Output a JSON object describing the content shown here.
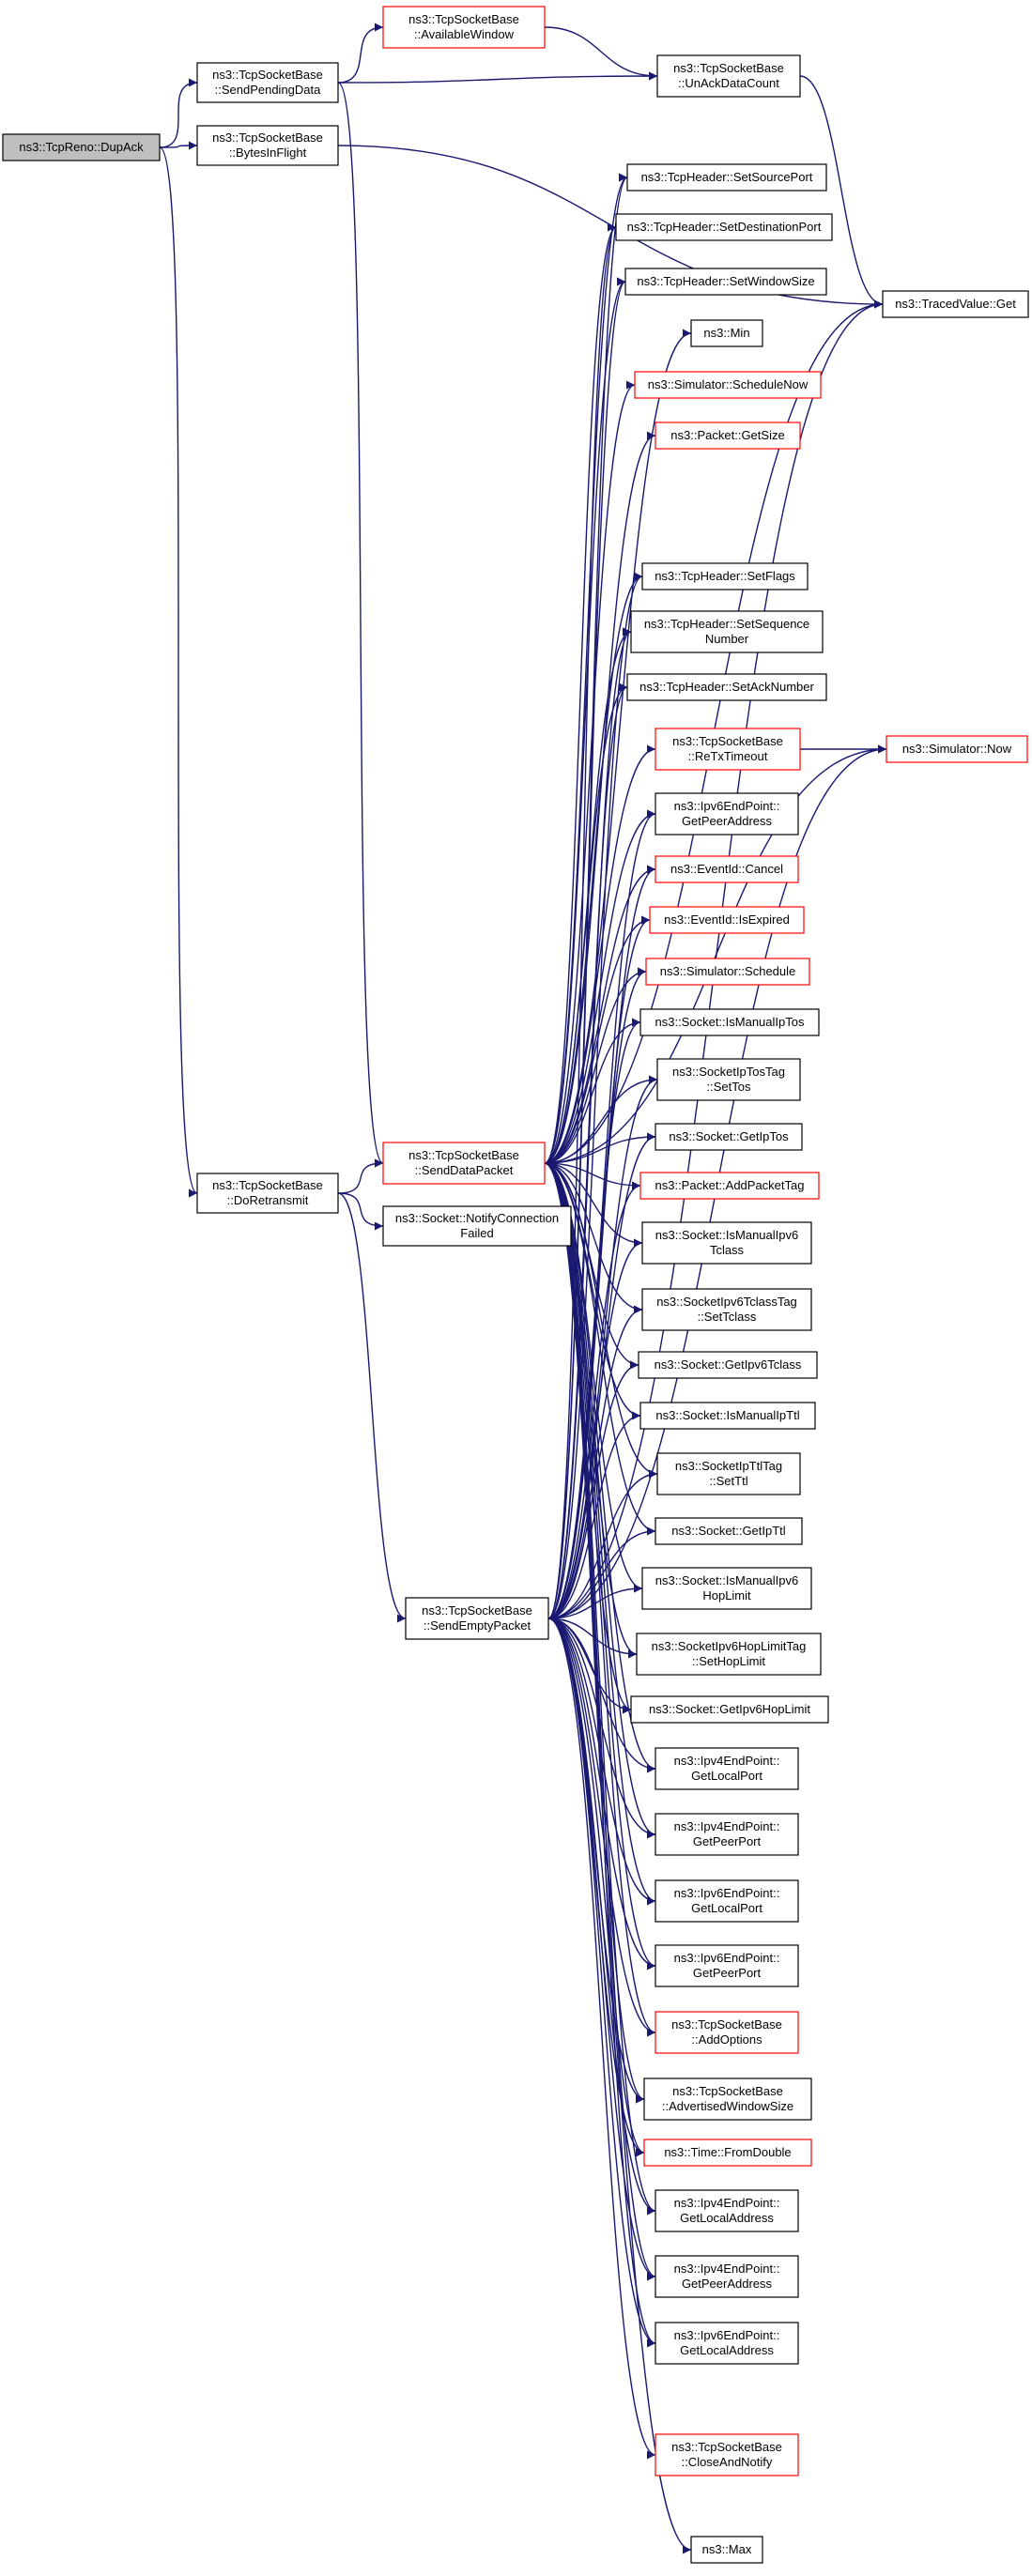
{
  "graph": {
    "nodes": [
      {
        "id": "dupack",
        "lines": [
          "ns3::TcpReno::DupAck"
        ],
        "style": "root"
      },
      {
        "id": "sendpending",
        "lines": [
          "ns3::TcpSocketBase",
          "::SendPendingData"
        ],
        "style": "black"
      },
      {
        "id": "bytesinflight",
        "lines": [
          "ns3::TcpSocketBase",
          "::BytesInFlight"
        ],
        "style": "black"
      },
      {
        "id": "doretransmit",
        "lines": [
          "ns3::TcpSocketBase",
          "::DoRetransmit"
        ],
        "style": "black"
      },
      {
        "id": "availwindow",
        "lines": [
          "ns3::TcpSocketBase",
          "::AvailableWindow"
        ],
        "style": "red"
      },
      {
        "id": "unackdata",
        "lines": [
          "ns3::TcpSocketBase",
          "::UnAckDataCount"
        ],
        "style": "black"
      },
      {
        "id": "tracedget",
        "lines": [
          "ns3::TracedValue::Get"
        ],
        "style": "black"
      },
      {
        "id": "senddata",
        "lines": [
          "ns3::TcpSocketBase",
          "::SendDataPacket"
        ],
        "style": "red"
      },
      {
        "id": "notifyfailed",
        "lines": [
          "ns3::Socket::NotifyConnection",
          "Failed"
        ],
        "style": "black"
      },
      {
        "id": "sendempty",
        "lines": [
          "ns3::TcpSocketBase",
          "::SendEmptyPacket"
        ],
        "style": "black"
      },
      {
        "id": "setsrcport",
        "lines": [
          "ns3::TcpHeader::SetSourcePort"
        ],
        "style": "black"
      },
      {
        "id": "setdstport",
        "lines": [
          "ns3::TcpHeader::SetDestinationPort"
        ],
        "style": "black"
      },
      {
        "id": "setwinsize",
        "lines": [
          "ns3::TcpHeader::SetWindowSize"
        ],
        "style": "black"
      },
      {
        "id": "min",
        "lines": [
          "ns3::Min"
        ],
        "style": "black"
      },
      {
        "id": "schednow",
        "lines": [
          "ns3::Simulator::ScheduleNow"
        ],
        "style": "red"
      },
      {
        "id": "getsize",
        "lines": [
          "ns3::Packet::GetSize"
        ],
        "style": "red"
      },
      {
        "id": "setflags",
        "lines": [
          "ns3::TcpHeader::SetFlags"
        ],
        "style": "black"
      },
      {
        "id": "setseq",
        "lines": [
          "ns3::TcpHeader::SetSequence",
          "Number"
        ],
        "style": "black"
      },
      {
        "id": "setack",
        "lines": [
          "ns3::TcpHeader::SetAckNumber"
        ],
        "style": "black"
      },
      {
        "id": "rtxtimeout",
        "lines": [
          "ns3::TcpSocketBase",
          "::ReTxTimeout"
        ],
        "style": "red"
      },
      {
        "id": "simnow",
        "lines": [
          "ns3::Simulator::Now"
        ],
        "style": "red"
      },
      {
        "id": "ipv6peeraddr",
        "lines": [
          "ns3::Ipv6EndPoint::",
          "GetPeerAddress"
        ],
        "style": "black"
      },
      {
        "id": "cancel",
        "lines": [
          "ns3::EventId::Cancel"
        ],
        "style": "red"
      },
      {
        "id": "isexpired",
        "lines": [
          "ns3::EventId::IsExpired"
        ],
        "style": "red"
      },
      {
        "id": "schedule",
        "lines": [
          "ns3::Simulator::Schedule"
        ],
        "style": "red"
      },
      {
        "id": "ismaniptos",
        "lines": [
          "ns3::Socket::IsManualIpTos"
        ],
        "style": "black"
      },
      {
        "id": "settos",
        "lines": [
          "ns3::SocketIpTosTag",
          "::SetTos"
        ],
        "style": "black"
      },
      {
        "id": "getiptos",
        "lines": [
          "ns3::Socket::GetIpTos"
        ],
        "style": "black"
      },
      {
        "id": "addpackettag",
        "lines": [
          "ns3::Packet::AddPacketTag"
        ],
        "style": "red"
      },
      {
        "id": "ismanipv6tc",
        "lines": [
          "ns3::Socket::IsManualIpv6",
          "Tclass"
        ],
        "style": "black"
      },
      {
        "id": "settclass",
        "lines": [
          "ns3::SocketIpv6TclassTag",
          "::SetTclass"
        ],
        "style": "black"
      },
      {
        "id": "getipv6tc",
        "lines": [
          "ns3::Socket::GetIpv6Tclass"
        ],
        "style": "black"
      },
      {
        "id": "ismaniplttl",
        "lines": [
          "ns3::Socket::IsManualIpTtl"
        ],
        "style": "black"
      },
      {
        "id": "setttl",
        "lines": [
          "ns3::SocketIpTtlTag",
          "::SetTtl"
        ],
        "style": "black"
      },
      {
        "id": "getipttl",
        "lines": [
          "ns3::Socket::GetIpTtl"
        ],
        "style": "black"
      },
      {
        "id": "ismanipv6hl",
        "lines": [
          "ns3::Socket::IsManualIpv6",
          "HopLimit"
        ],
        "style": "black"
      },
      {
        "id": "sethoplimit",
        "lines": [
          "ns3::SocketIpv6HopLimitTag",
          "::SetHopLimit"
        ],
        "style": "black"
      },
      {
        "id": "getipv6hl",
        "lines": [
          "ns3::Socket::GetIpv6HopLimit"
        ],
        "style": "black"
      },
      {
        "id": "ipv4localport",
        "lines": [
          "ns3::Ipv4EndPoint::",
          "GetLocalPort"
        ],
        "style": "black"
      },
      {
        "id": "ipv4peerport",
        "lines": [
          "ns3::Ipv4EndPoint::",
          "GetPeerPort"
        ],
        "style": "black"
      },
      {
        "id": "ipv6localport",
        "lines": [
          "ns3::Ipv6EndPoint::",
          "GetLocalPort"
        ],
        "style": "black"
      },
      {
        "id": "ipv6peerport",
        "lines": [
          "ns3::Ipv6EndPoint::",
          "GetPeerPort"
        ],
        "style": "black"
      },
      {
        "id": "addoptions",
        "lines": [
          "ns3::TcpSocketBase",
          "::AddOptions"
        ],
        "style": "red"
      },
      {
        "id": "advwinsize",
        "lines": [
          "ns3::TcpSocketBase",
          "::AdvertisedWindowSize"
        ],
        "style": "black"
      },
      {
        "id": "fromdouble",
        "lines": [
          "ns3::Time::FromDouble"
        ],
        "style": "red"
      },
      {
        "id": "ipv4localaddr",
        "lines": [
          "ns3::Ipv4EndPoint::",
          "GetLocalAddress"
        ],
        "style": "black"
      },
      {
        "id": "ipv4peeraddr",
        "lines": [
          "ns3::Ipv4EndPoint::",
          "GetPeerAddress"
        ],
        "style": "black"
      },
      {
        "id": "ipv6localaddr",
        "lines": [
          "ns3::Ipv6EndPoint::",
          "GetLocalAddress"
        ],
        "style": "black"
      },
      {
        "id": "closenotify",
        "lines": [
          "ns3::TcpSocketBase",
          "::CloseAndNotify"
        ],
        "style": "red"
      },
      {
        "id": "max",
        "lines": [
          "ns3::Max"
        ],
        "style": "black"
      }
    ],
    "edges": [
      [
        "dupack",
        "sendpending"
      ],
      [
        "dupack",
        "bytesinflight"
      ],
      [
        "dupack",
        "doretransmit"
      ],
      [
        "sendpending",
        "availwindow"
      ],
      [
        "sendpending",
        "unackdata"
      ],
      [
        "sendpending",
        "senddata"
      ],
      [
        "availwindow",
        "unackdata"
      ],
      [
        "unackdata",
        "tracedget"
      ],
      [
        "bytesinflight",
        "tracedget"
      ],
      [
        "doretransmit",
        "senddata"
      ],
      [
        "doretransmit",
        "notifyfailed"
      ],
      [
        "doretransmit",
        "sendempty"
      ],
      [
        "senddata",
        "setsrcport"
      ],
      [
        "senddata",
        "setdstport"
      ],
      [
        "senddata",
        "setwinsize"
      ],
      [
        "senddata",
        "min"
      ],
      [
        "senddata",
        "schednow"
      ],
      [
        "senddata",
        "getsize"
      ],
      [
        "senddata",
        "tracedget"
      ],
      [
        "senddata",
        "simnow"
      ],
      [
        "senddata",
        "setflags"
      ],
      [
        "senddata",
        "setseq"
      ],
      [
        "senddata",
        "setack"
      ],
      [
        "senddata",
        "rtxtimeout"
      ],
      [
        "senddata",
        "ipv6peeraddr"
      ],
      [
        "senddata",
        "cancel"
      ],
      [
        "senddata",
        "isexpired"
      ],
      [
        "senddata",
        "schedule"
      ],
      [
        "senddata",
        "ismaniptos"
      ],
      [
        "senddata",
        "settos"
      ],
      [
        "senddata",
        "getiptos"
      ],
      [
        "senddata",
        "addpackettag"
      ],
      [
        "senddata",
        "ismanipv6tc"
      ],
      [
        "senddata",
        "settclass"
      ],
      [
        "senddata",
        "getipv6tc"
      ],
      [
        "senddata",
        "ismaniplttl"
      ],
      [
        "senddata",
        "setttl"
      ],
      [
        "senddata",
        "getipttl"
      ],
      [
        "senddata",
        "ismanipv6hl"
      ],
      [
        "senddata",
        "sethoplimit"
      ],
      [
        "senddata",
        "getipv6hl"
      ],
      [
        "senddata",
        "ipv4localport"
      ],
      [
        "senddata",
        "ipv4peerport"
      ],
      [
        "senddata",
        "ipv6localport"
      ],
      [
        "senddata",
        "ipv6peerport"
      ],
      [
        "senddata",
        "addoptions"
      ],
      [
        "senddata",
        "advwinsize"
      ],
      [
        "senddata",
        "fromdouble"
      ],
      [
        "senddata",
        "ipv4localaddr"
      ],
      [
        "senddata",
        "ipv4peeraddr"
      ],
      [
        "senddata",
        "ipv6localaddr"
      ],
      [
        "rtxtimeout",
        "simnow"
      ],
      [
        "sendempty",
        "setsrcport"
      ],
      [
        "sendempty",
        "setdstport"
      ],
      [
        "sendempty",
        "setwinsize"
      ],
      [
        "sendempty",
        "setflags"
      ],
      [
        "sendempty",
        "setseq"
      ],
      [
        "sendempty",
        "setack"
      ],
      [
        "sendempty",
        "schedule"
      ],
      [
        "sendempty",
        "simnow"
      ],
      [
        "sendempty",
        "tracedget"
      ],
      [
        "sendempty",
        "cancel"
      ],
      [
        "sendempty",
        "isexpired"
      ],
      [
        "sendempty",
        "ipv6peeraddr"
      ],
      [
        "sendempty",
        "ismaniptos"
      ],
      [
        "sendempty",
        "settos"
      ],
      [
        "sendempty",
        "getiptos"
      ],
      [
        "sendempty",
        "addpackettag"
      ],
      [
        "sendempty",
        "ismanipv6tc"
      ],
      [
        "sendempty",
        "settclass"
      ],
      [
        "sendempty",
        "getipv6tc"
      ],
      [
        "sendempty",
        "ismaniplttl"
      ],
      [
        "sendempty",
        "setttl"
      ],
      [
        "sendempty",
        "getipttl"
      ],
      [
        "sendempty",
        "ismanipv6hl"
      ],
      [
        "sendempty",
        "sethoplimit"
      ],
      [
        "sendempty",
        "getipv6hl"
      ],
      [
        "sendempty",
        "ipv4localport"
      ],
      [
        "sendempty",
        "ipv4peerport"
      ],
      [
        "sendempty",
        "ipv6localport"
      ],
      [
        "sendempty",
        "ipv6peerport"
      ],
      [
        "sendempty",
        "addoptions"
      ],
      [
        "sendempty",
        "advwinsize"
      ],
      [
        "sendempty",
        "fromdouble"
      ],
      [
        "sendempty",
        "ipv4localaddr"
      ],
      [
        "sendempty",
        "ipv4peeraddr"
      ],
      [
        "sendempty",
        "ipv6localaddr"
      ],
      [
        "sendempty",
        "closenotify"
      ],
      [
        "sendempty",
        "max"
      ]
    ]
  }
}
